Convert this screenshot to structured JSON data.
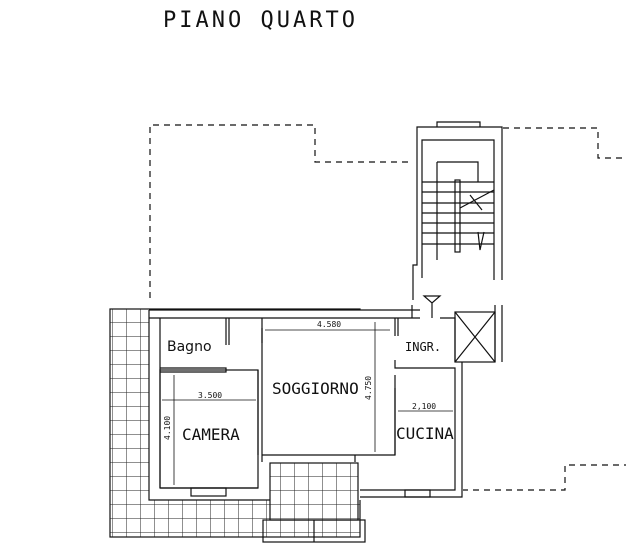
{
  "title": "PIANO QUARTO",
  "rooms": {
    "bagno": "Bagno",
    "ingresso": "INGR.",
    "soggiorno": "SOGGIORNO",
    "camera": "CAMERA",
    "cucina": "CUCINA"
  },
  "dimensions": {
    "soggiorno_width": "4.580",
    "soggiorno_depth": "4.750",
    "camera_width": "3.500",
    "camera_depth": "4.100",
    "cucina_width": "2,100"
  },
  "colors": {
    "line": "#111111",
    "background": "#ffffff"
  }
}
